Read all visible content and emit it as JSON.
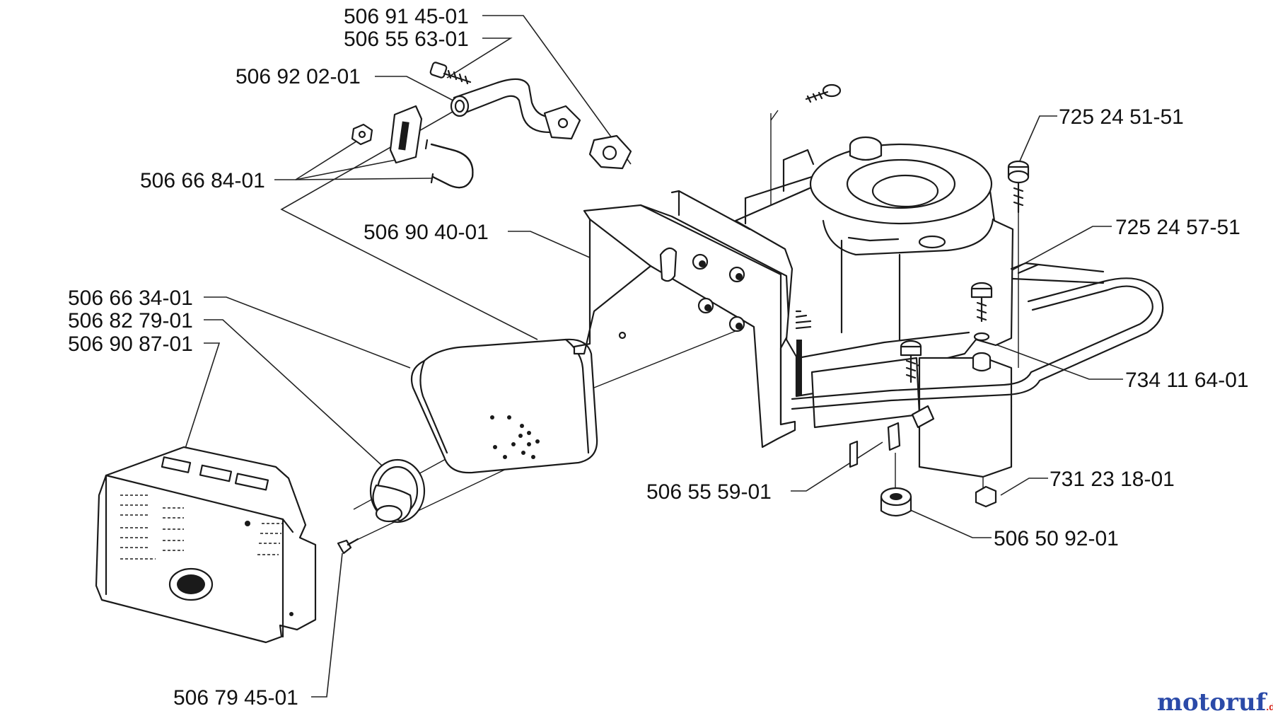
{
  "labels": {
    "p_506_91_45_01": "506 91 45-01",
    "p_506_55_63_01": "506 55 63-01",
    "p_506_92_02_01": "506 92 02-01",
    "p_506_66_84_01": "506 66 84-01",
    "p_506_90_40_01": "506 90 40-01",
    "p_506_66_34_01": "506 66 34-01",
    "p_506_82_79_01": "506 82 79-01",
    "p_506_90_87_01": "506 90 87-01",
    "p_506_79_45_01": "506 79 45-01",
    "p_725_24_51_51": "725 24 51-51",
    "p_725_24_57_51": "725 24 57-51",
    "p_734_11_64_01": "734 11 64-01",
    "p_731_23_18_01": "731 23 18-01",
    "p_506_55_59_01": "506 55 59-01",
    "p_506_50_92_01": "506 50 92-01"
  },
  "watermark": {
    "main": "motoruf",
    "suffix": ".de",
    "colors": {
      "blue": "#2b4aa8",
      "red": "#d62a1f"
    }
  }
}
